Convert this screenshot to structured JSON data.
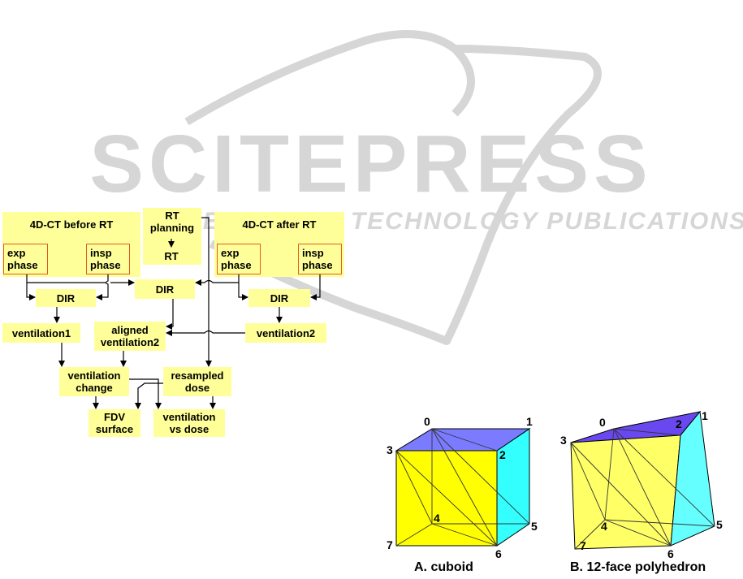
{
  "watermark": {
    "title": "SCITEPRESS",
    "subtitle": "SCIENCE AND TECHNOLOGY PUBLICATIONS",
    "color": "#d6d6d6"
  },
  "flowchart": {
    "colors": {
      "box_fill": "#ffff99",
      "phase_border": "#e05a2a",
      "line": "#000000"
    },
    "nodes": {
      "ct_before": "4D-CT before RT",
      "exp_before": "exp\nphase",
      "insp_before": "insp\nphase",
      "rt_planning": "RT\nplanning",
      "rt": "RT",
      "ct_after": "4D-CT after RT",
      "exp_after": "exp\nphase",
      "insp_after": "insp\nphase",
      "dir_left": "DIR",
      "dir_mid": "DIR",
      "dir_right": "DIR",
      "ventilation1": "ventilation1",
      "aligned_ventilation2": "aligned\nventilation2",
      "ventilation2": "ventilation2",
      "ventilation_change": "ventilation\nchange",
      "resampled_dose": "resampled\ndose",
      "fdv_surface": "FDV\nsurface",
      "ventilation_vs_dose": "ventilation\nvs dose"
    }
  },
  "polyhedra": {
    "colors": {
      "top": "#7b7bff",
      "top_b": "#6a48f0",
      "left": "#ffff00",
      "left_b": "#ffff66",
      "right": "#33ffff",
      "right_b": "#66ffff"
    },
    "cuboid": {
      "caption": "A. cuboid",
      "vertex_labels": [
        "0",
        "1",
        "2",
        "3",
        "4",
        "5",
        "6",
        "7"
      ]
    },
    "polyhedron12": {
      "caption": "B. 12-face polyhedron",
      "vertex_labels": [
        "0",
        "1",
        "2",
        "3",
        "4",
        "5",
        "6",
        "7"
      ]
    }
  }
}
